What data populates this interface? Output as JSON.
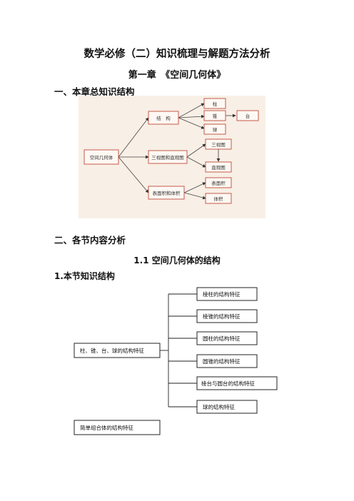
{
  "title": "数学必修（二）知识梳理与解题方法分析",
  "chapter": "第一章　《空间几何体》",
  "part1": {
    "heading": "一、本章总知识结构"
  },
  "diagram1": {
    "root": "空间几何体",
    "branches": [
      "结　构",
      "三视图和直观图",
      "表面积和体积"
    ],
    "structure_children": [
      "柱",
      "锥",
      "球"
    ],
    "frustum": "台",
    "views": [
      "三视图",
      "直观图"
    ],
    "measures": [
      "表面积",
      "体积"
    ]
  },
  "part2": {
    "heading": "二、各节内容分析"
  },
  "section": {
    "title": "1.1 空间几何体的结构",
    "sub_heading": "1.本节知识结构"
  },
  "diagram2": {
    "root": "柱、锥、台、球的结构特征",
    "items": [
      "棱柱的结构特征",
      "棱锥的结构特征",
      "圆柱的结构特征",
      "圆锥的结构特征",
      "棱台与圆台的结构特征",
      "球的结构特征"
    ],
    "bottom": "简单组合体的结构特征"
  }
}
